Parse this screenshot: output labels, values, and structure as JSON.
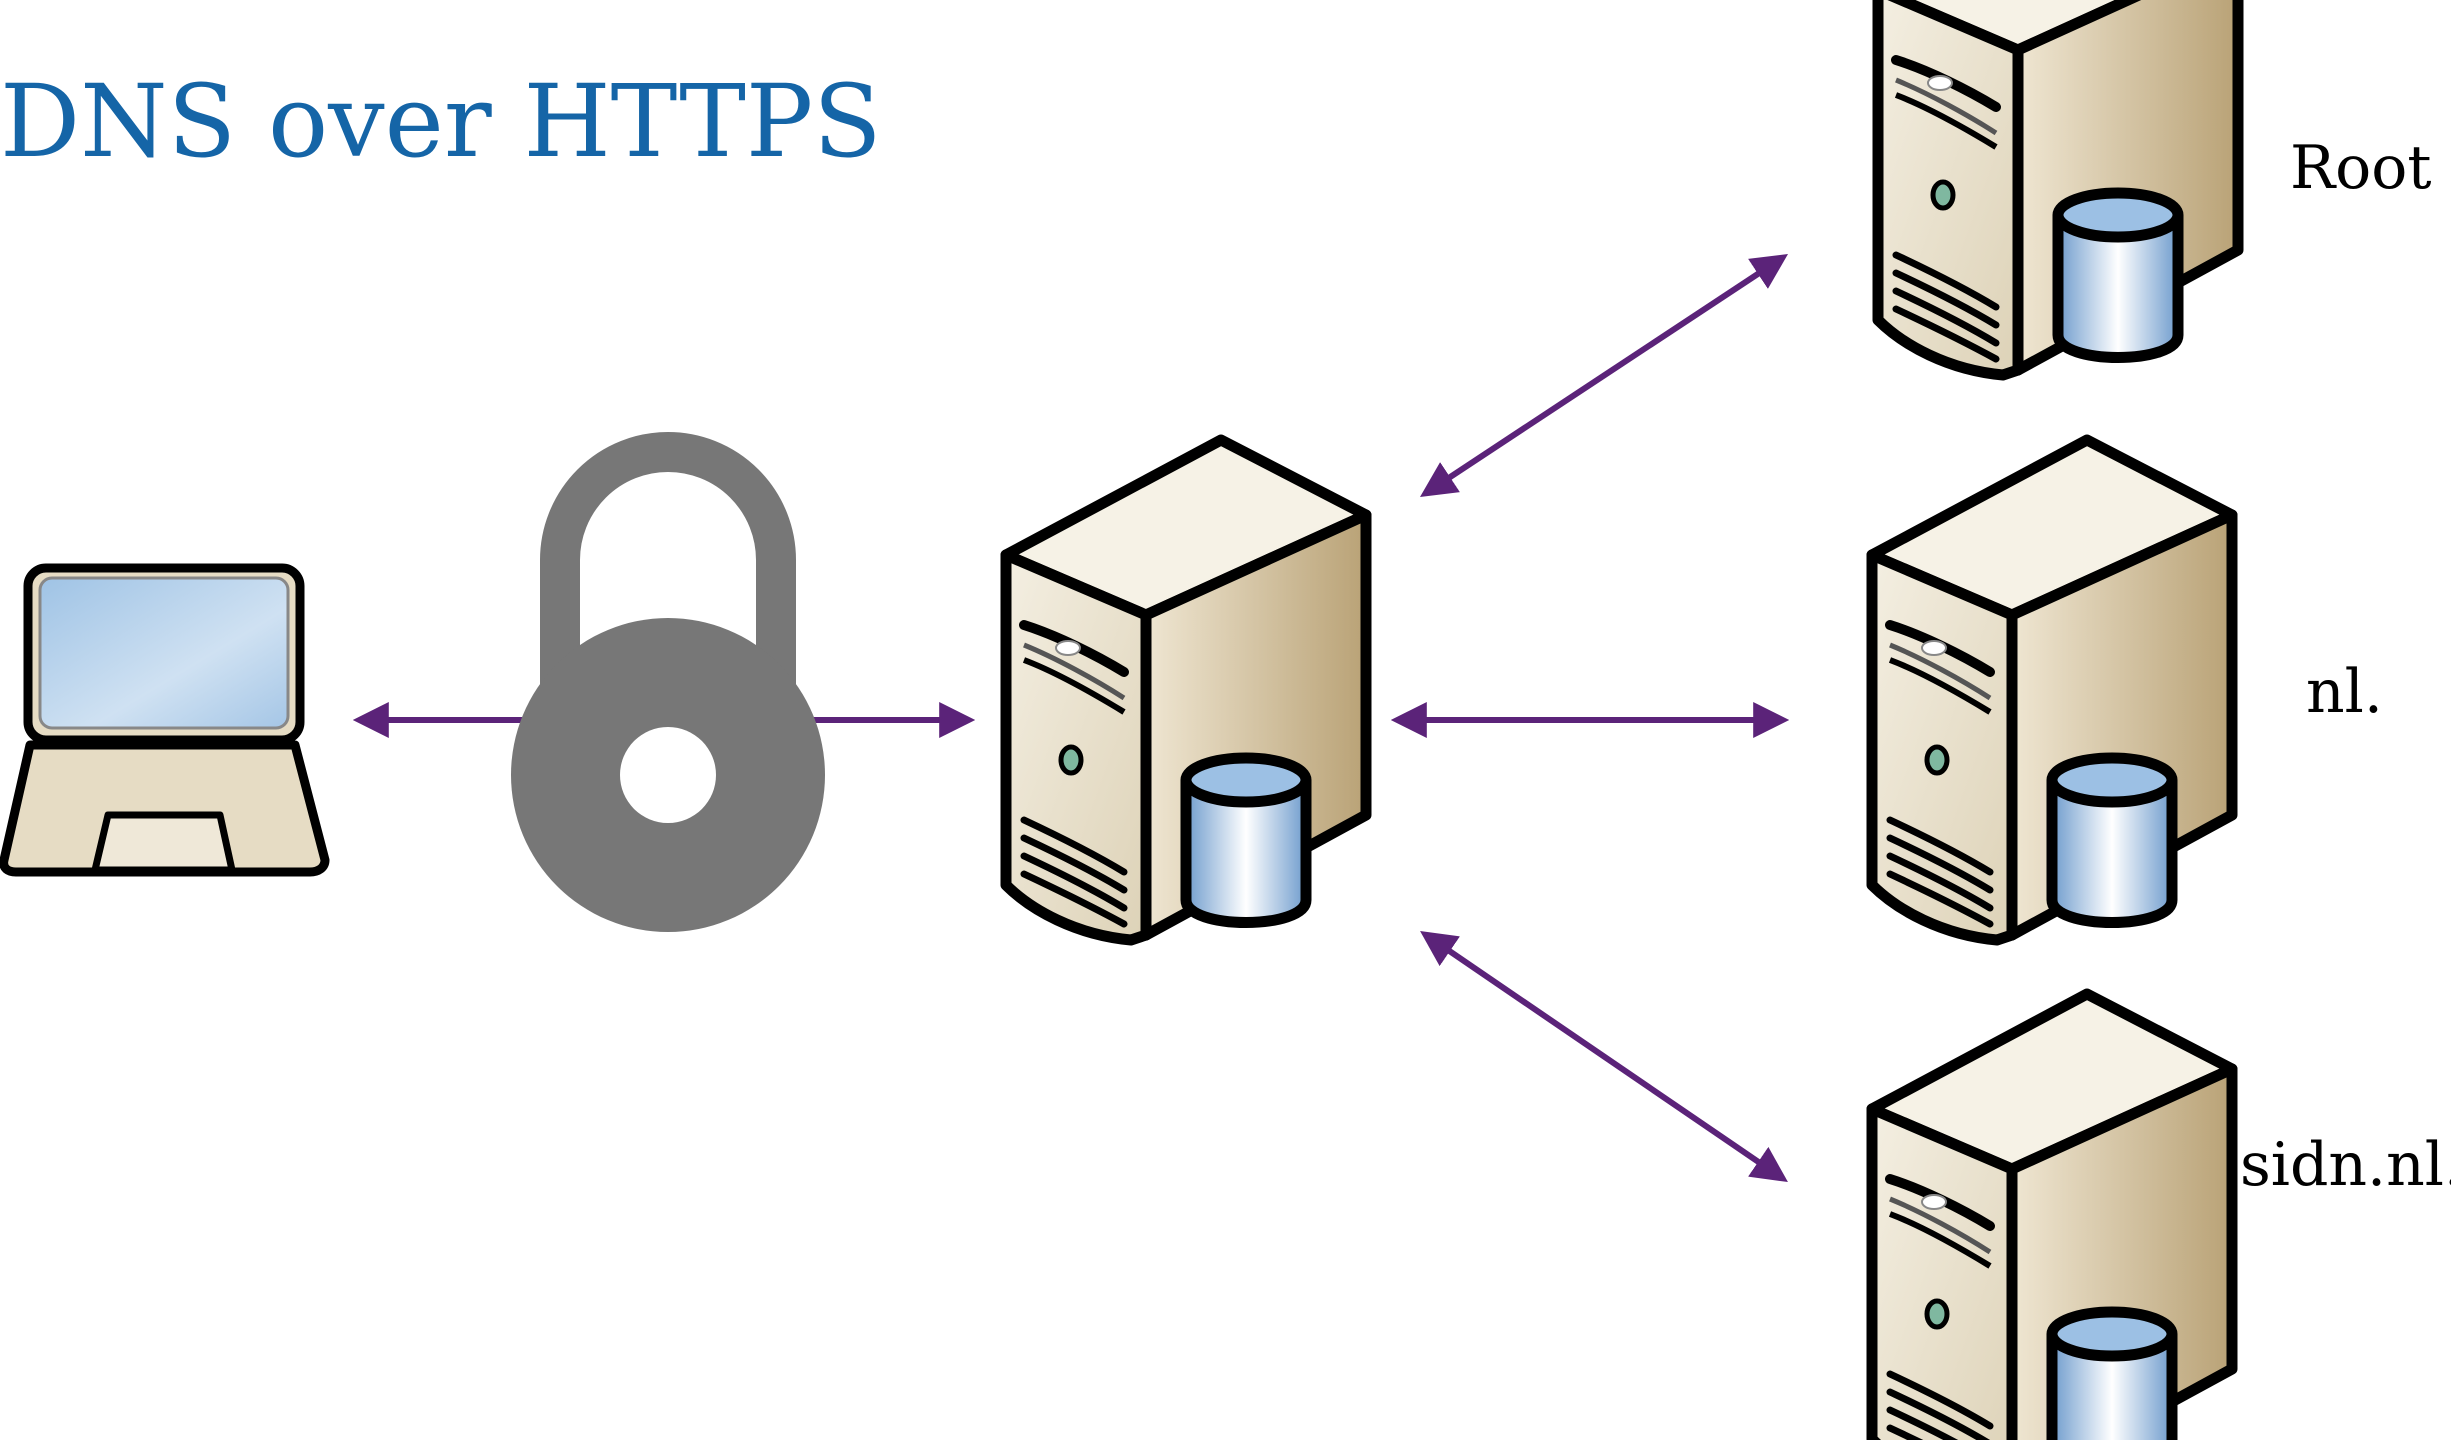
{
  "title": "DNS over HTTPS",
  "servers": {
    "root": "Root",
    "nl": "nl.",
    "sidn": "sidn.nl."
  },
  "colors": {
    "title": "#1565a7",
    "arrow": "#5b2379",
    "lock": "#777777",
    "server_front": "#e8e0cc",
    "server_side": "#c9b48e",
    "db": "#8bb5dc",
    "screen": "#a9c8e6"
  },
  "icons": [
    "laptop-icon",
    "padlock-icon",
    "server-icon",
    "database-icon"
  ]
}
